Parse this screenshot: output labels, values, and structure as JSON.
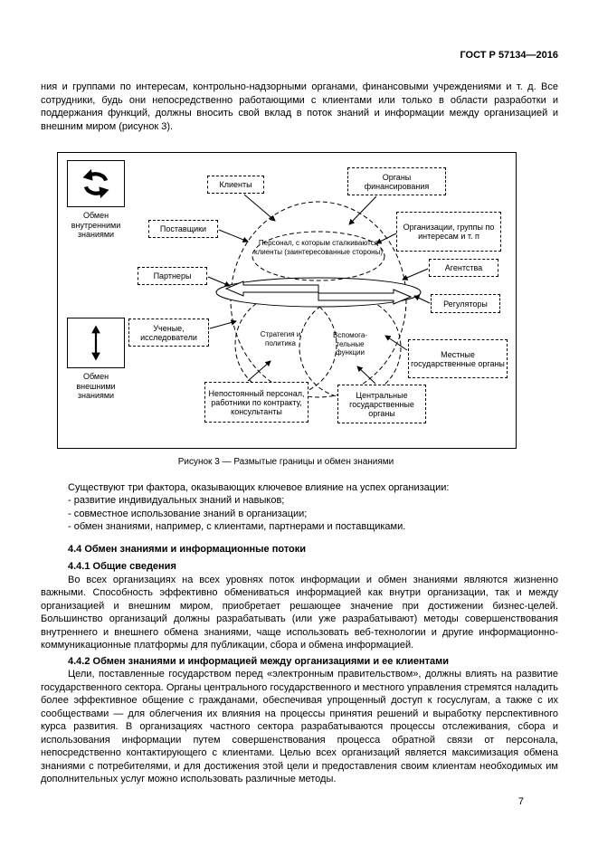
{
  "page": {
    "header": "ГОСТ Р 57134—2016",
    "page_number": "7"
  },
  "body": {
    "intro": "ния и группами по интересам, контрольно-надзорными органами, финансовыми учреждениями и т. д. Все сотрудники, будь они непосредственно работающими с клиентами или только в области разработки и поддержания функций, должны вносить свой вклад в поток знаний и информации между организацией и внешним миром (рисунок 3).",
    "factors_intro": "Существуют три фактора, оказывающих ключевое влияние на успех организации:",
    "factors": [
      "- развитие индивидуальных знаний и навыков;",
      "- совместное использование знаний в организации;",
      "- обмен знаниями, например, с клиентами, партнерами и поставщиками."
    ],
    "h44": "4.4 Обмен знаниями и информационные потоки",
    "h441": "4.4.1 Общие сведения",
    "p441": "Во всех организациях на всех уровнях поток информации и обмен знаниями являются жизненно важными. Способность эффективно обмениваться информацией как внутри организации, так и между организацией и внешним миром, приобретает решающее значение при достижении бизнес-целей. Большинство организаций должны разрабатывать (или уже разрабатывают) методы совершенствования внутреннего и внешнего обмена знаниями, чаще использовать веб-технологии и другие информационно-коммуникационные платформы для публикации, сбора и обмена информацией.",
    "h442": "4.4.2 Обмен знаниями и информацией между организациями и ее клиентами",
    "p442": "Цели, поставленные государством перед «электронным правительством», должны влиять на развитие государственного сектора. Органы центрального государственного и местного управления стремятся наладить более эффективное общение с гражданами, обеспечивая упрощенный доступ к госуслугам, а также с их сообществами — для облегчения их влияния на процессы принятия решений и выработку перспективного курса развития. В организациях частного сектора разрабатываются процессы отслеживания, сбора и использования информации путем совершенствования процесса обратной связи от персонала, непосредственно контактирующего с клиентами. Целью всех организаций является максимизация обмена знаниями с потребителями, и для достижения этой цели и предоставления своим клиентам необходимых им дополнительных услуг можно использовать различные методы."
  },
  "figure": {
    "caption": "Рисунок 3 — Размытые границы и обмен знаниями",
    "legend": {
      "internal_label": "Обмен внутренними знаниями",
      "external_label": "Обмен внешними знаниями",
      "internal_icon": "circular-exchange-arrows",
      "external_icon": "vertical-double-arrow"
    },
    "nodes": {
      "clients": "Клиенты",
      "funding": "Органы финансирования",
      "suppliers": "Поставщики",
      "interest_groups": "Организации, группы по интересам и т. п",
      "partners": "Партнеры",
      "agencies": "Агентства",
      "regulators": "Регуляторы",
      "researchers": "Ученые, исследователи",
      "local_gov": "Местные государственные органы",
      "temp_staff": "Непостоянный персонал, работники по контракту, консультанты",
      "central_gov": "Центральные государственные органы"
    },
    "center": {
      "personnel": "Персонал, с которым сталкиваются клиенты (заинтересованные стороны)",
      "strategy": "Стратегия и политика",
      "support": "Вспомога- тельные функции"
    }
  }
}
